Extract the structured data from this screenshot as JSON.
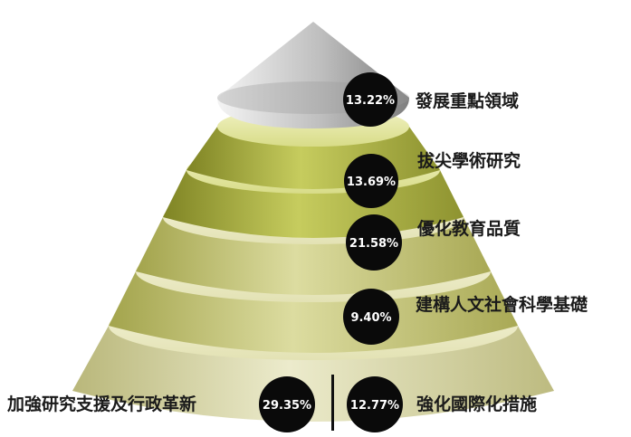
{
  "chart_data": {
    "type": "pie",
    "style": "stacked-cone",
    "slices": [
      {
        "label": "發展重點領域",
        "value": 13.22,
        "display": "13.22%"
      },
      {
        "label": "拔尖學術研究",
        "value": 13.69,
        "display": "13.69%"
      },
      {
        "label": "優化教育品質",
        "value": 21.58,
        "display": "21.58%"
      },
      {
        "label": "建構人文社會科學基礎",
        "value": 9.4,
        "display": "9.40%"
      },
      {
        "label": "強化國際化措施",
        "value": 12.77,
        "display": "12.77%"
      },
      {
        "label": "加強研究支援及行政革新",
        "value": 29.35,
        "display": "29.35%"
      }
    ],
    "colors": {
      "top": "#d9d9d9",
      "olive_dark": "#9ea33a",
      "olive_light": "#eef0b8",
      "cream": "#f3f1d6",
      "badge": "#0a0a0a",
      "badge_text": "#ffffff"
    }
  }
}
